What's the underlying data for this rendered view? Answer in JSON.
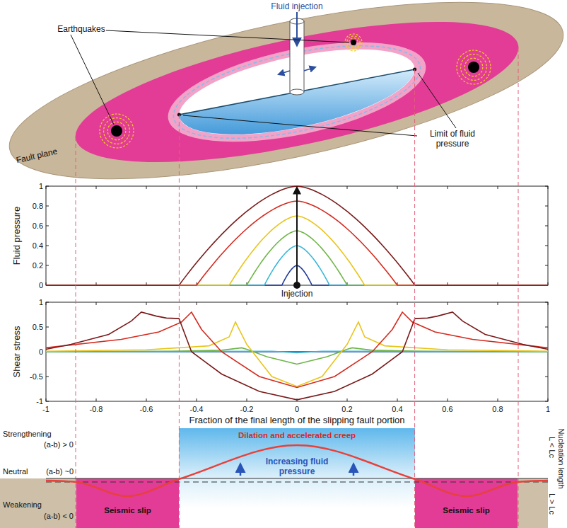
{
  "diagram": {
    "nodes": [
      {
        "text": [
          "Dilation and accelerated creep",
          "Increasing fluid pressure"
        ]
      },
      {
        "text": [
          "Seismic slip"
        ]
      },
      {
        "text": [
          "Seismic slip"
        ]
      }
    ],
    "labels": [
      "Fluid injection",
      "Earthquakes",
      "Fault plane",
      "Limit of fluid pressure",
      "Fluid pressure",
      "0",
      "0.2",
      "0.4",
      "0.6",
      "0.8",
      "1",
      "Injection",
      "Shear stress",
      "-1",
      "-0.5",
      "0",
      "0.5",
      "1",
      "-1",
      "-0.8",
      "-0.6",
      "-0.4",
      "-0.2",
      "0",
      "0.2",
      "0.4",
      "0.6",
      "0.8",
      "1",
      "Fraction of the final length of the slipping fault portion",
      "Strengthening",
      "(a-b) > 0",
      "Neutral",
      "(a-b) ~0",
      "Weakening",
      "(a-b) < 0",
      "Nucleation length",
      "L < Lc",
      "L > Lc"
    ]
  }
}
